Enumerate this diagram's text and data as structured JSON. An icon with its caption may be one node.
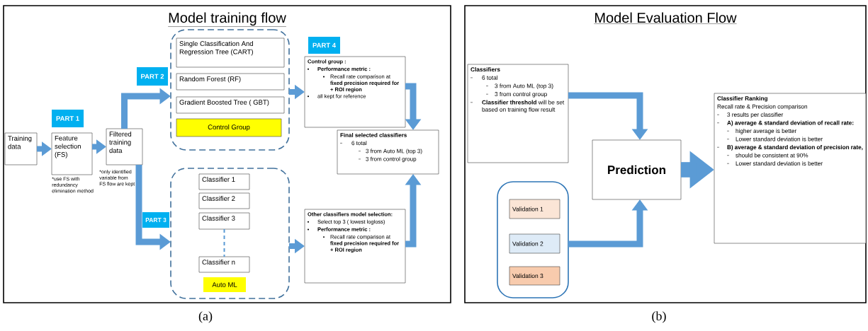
{
  "diagram": {
    "nodes": [
      {
        "text": [
          "Model training flow"
        ],
        "beside": [
          "(a)"
        ]
      },
      {
        "text": [
          "Training data"
        ],
        "in": 0
      },
      {
        "text": [
          "Feature selection (FS)"
        ],
        "beside": [
          "*use FS with redundancy elimination method"
        ],
        "in": 0
      },
      {
        "text": [
          "Filtered training data"
        ],
        "beside": [
          "*only identified variable from FS flow are kept"
        ],
        "in": 0
      },
      {
        "text": [],
        "shape": "box",
        "in": 0
      },
      {
        "text": [
          "Single Classification And Regression Tree (CART)"
        ],
        "in": 4
      },
      {
        "text": [
          "Random Forest (RF)"
        ],
        "in": 4
      },
      {
        "text": [
          "Gradient Boosted Tree ( GBT)"
        ],
        "in": 4
      },
      {
        "text": [
          "Control Group"
        ],
        "in": 4
      },
      {
        "text": [],
        "shape": "box",
        "in": 0
      },
      {
        "text": [
          "Classifier 1"
        ],
        "in": 9
      },
      {
        "text": [
          "Classifier 2"
        ],
        "in": 9
      },
      {
        "text": [
          "Classifier 3"
        ],
        "in": 9
      },
      {
        "text": [
          "Classifier n"
        ],
        "in": 9
      },
      {
        "text": [
          "Auto ML"
        ],
        "in": 9
      },
      {
        "text": [
          "Control group :",
          "Performance metric :",
          "Recall rate comparison at **fixed precision required for + ROI region**",
          "all kept for reference"
        ],
        "in": 0
      },
      {
        "text": [
          "Final selected classifiers",
          "6 total",
          "3 from Auto ML (top 3)",
          "3 from control group"
        ],
        "in": 0
      },
      {
        "text": [
          "Other classifiers model selection:",
          "Select top 3 ( lowest logloss)",
          "Performance metric :",
          "Recall rate comparison at **fixed precision required for + ROI region**"
        ],
        "in": 0
      },
      {
        "text": [
          "PART 1"
        ],
        "in": 0
      },
      {
        "text": [
          "PART 2"
        ],
        "in": 0
      },
      {
        "text": [
          "PART 3"
        ],
        "in": 0
      },
      {
        "text": [
          "PART 4"
        ],
        "in": 0
      },
      {
        "text": [
          "Model Evaluation Flow"
        ],
        "beside": [
          "(b)"
        ]
      },
      {
        "text": [
          "Classifiers",
          "6 total",
          "3 from Auto ML (top 3)",
          "3 from control group",
          "**Classifier threshold** will be set based on training flow result"
        ],
        "in": 22
      },
      {
        "text": [],
        "shape": "box",
        "in": 22
      },
      {
        "text": [
          "Validation 1"
        ],
        "in": 24
      },
      {
        "text": [
          "Validation 2"
        ],
        "in": 24
      },
      {
        "text": [
          "Validation 3"
        ],
        "in": 24
      },
      {
        "text": [
          "Prediction"
        ],
        "in": 22
      },
      {
        "text": [
          "Classifier Ranking",
          "Recall rate & Precision comparison",
          "3 results per classifier",
          "A) average & standard deviation of recall rate:",
          "higher average is better",
          "Lower standard deviation is better",
          "B) average & standard deviation of precision rate,",
          "should be consistent at 90%",
          "Lower standard deviation is better"
        ],
        "in": 22
      }
    ],
    "edges": [
      {
        "from": 1,
        "to": 2,
        "arrow": "to"
      },
      {
        "from": 2,
        "to": 3,
        "arrow": "to"
      },
      {
        "from": 3,
        "to": 4,
        "arrow": "to"
      },
      {
        "from": 3,
        "to": 9,
        "arrow": "to"
      },
      {
        "from": 4,
        "to": 15,
        "arrow": "to"
      },
      {
        "from": 9,
        "to": 17,
        "arrow": "to"
      },
      {
        "from": 15,
        "to": 16,
        "arrow": "to"
      },
      {
        "from": 17,
        "to": 16,
        "arrow": "to"
      },
      {
        "from": 12,
        "to": 13,
        "arrow": "none",
        "style": "dashed"
      },
      {
        "from": 23,
        "to": 28,
        "arrow": "to"
      },
      {
        "from": 24,
        "to": 28,
        "arrow": "to"
      },
      {
        "from": 28,
        "to": 29,
        "arrow": "to",
        "style": "thick"
      }
    ]
  }
}
